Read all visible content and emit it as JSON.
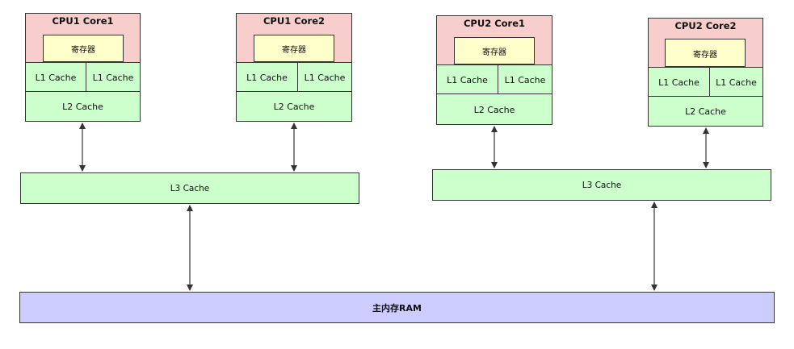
{
  "colors": {
    "core_fill": "#f8cecc",
    "register_fill": "#ffffcc",
    "cache_fill": "#ccffcc",
    "ram_fill": "#ccccff",
    "stroke": "#333333"
  },
  "cores": [
    {
      "title": "CPU1 Core1",
      "register": "寄存器",
      "l1_left": "L1  Cache",
      "l1_right": "L1 Cache",
      "l2": "L2  Cache"
    },
    {
      "title": "CPU1 Core2",
      "register": "寄存器",
      "l1_left": "L1 Cache",
      "l1_right": "L1 Cache",
      "l2": "L2 Cache"
    },
    {
      "title": "CPU2 Core1",
      "register": "寄存器",
      "l1_left": "L1  Cache",
      "l1_right": "L1 Cache",
      "l2": "L2  Cache"
    },
    {
      "title": "CPU2 Core2",
      "register": "寄存器",
      "l1_left": "L1 Cache",
      "l1_right": "L1 Cache",
      "l2": "L2 Cache"
    }
  ],
  "l3_caches": [
    {
      "label": "L3  Cache"
    },
    {
      "label": "L3  Cache"
    }
  ],
  "ram": {
    "label": "主内存RAM"
  }
}
